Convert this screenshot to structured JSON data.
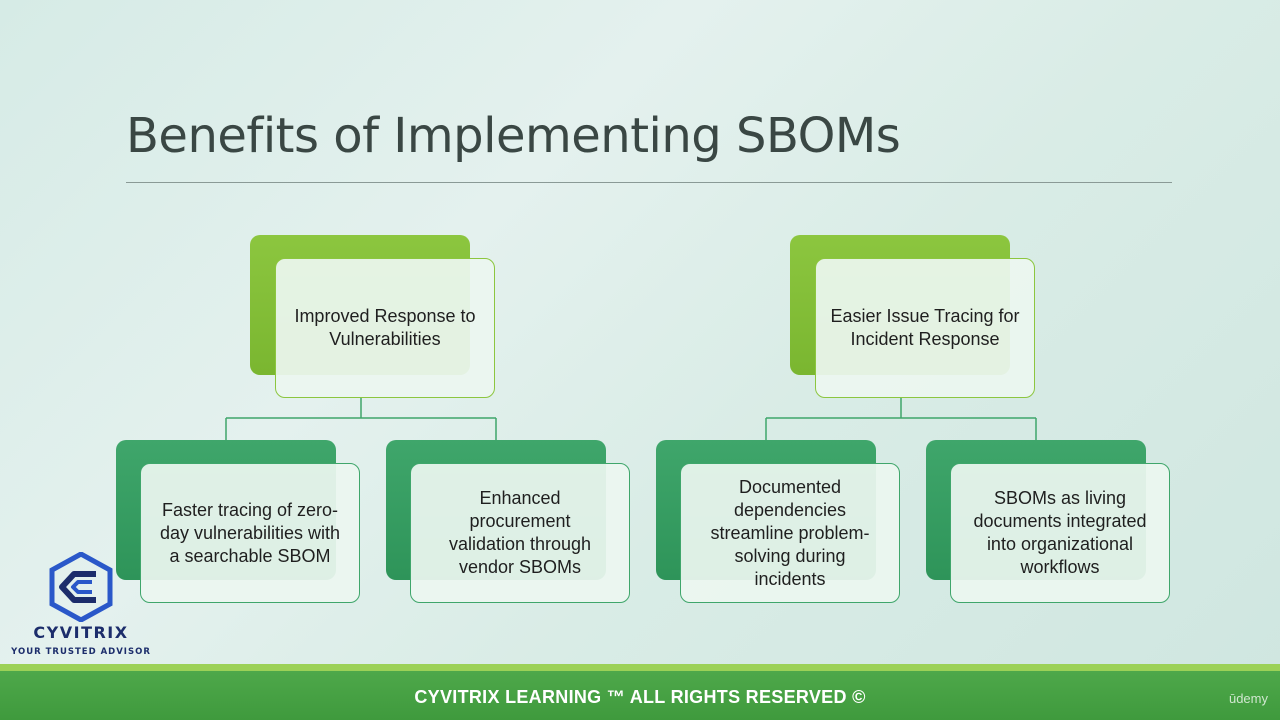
{
  "slide": {
    "title": "Benefits of Implementing SBOMs"
  },
  "diagram": {
    "groups": [
      {
        "parent": {
          "lines": [
            "Improved Response to",
            "Vulnerabilities"
          ]
        },
        "children": [
          {
            "lines": [
              "Faster tracing of zero-",
              "day vulnerabilities with",
              "a searchable SBOM"
            ]
          },
          {
            "lines": [
              "Enhanced",
              "procurement",
              "validation through",
              "vendor SBOMs"
            ]
          }
        ]
      },
      {
        "parent": {
          "lines": [
            "Easier Issue Tracing for",
            "Incident Response"
          ]
        },
        "children": [
          {
            "lines": [
              "Documented",
              "dependencies",
              "streamline problem-",
              "solving during",
              "incidents"
            ]
          },
          {
            "lines": [
              "SBOMs as living",
              "documents integrated",
              "into organizational",
              "workflows"
            ]
          }
        ]
      }
    ]
  },
  "logo": {
    "name": "CYVITRIX",
    "tagline": "YOUR TRUSTED ADVISOR"
  },
  "footer": {
    "text": "CYVITRIX LEARNING ™ ALL RIGHTS RESERVED ©",
    "watermark": "ūdemy"
  },
  "colors": {
    "lime": "#8cc63f",
    "teal": "#3fa66b",
    "footer_green": "#4ea84a",
    "logo_blue": "#2a58c9",
    "logo_navy": "#1c2d6b"
  }
}
